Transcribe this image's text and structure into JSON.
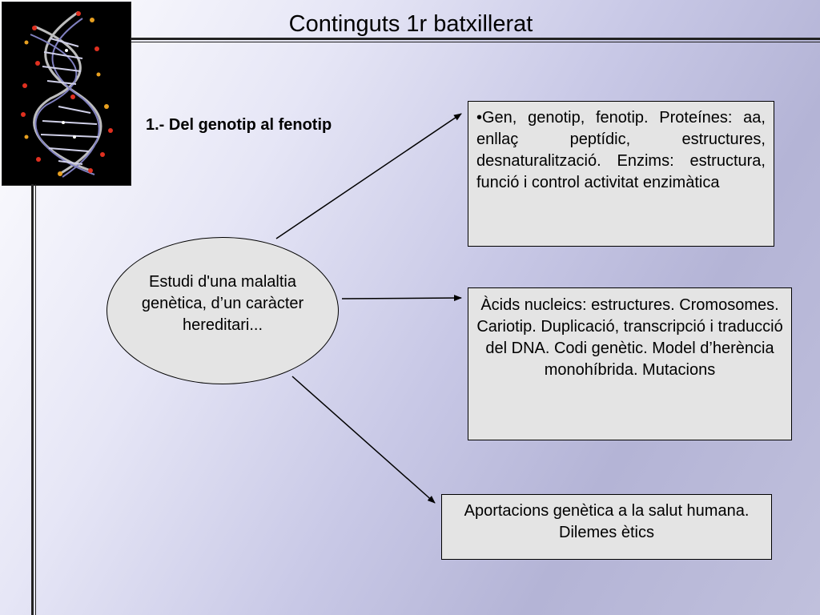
{
  "slide": {
    "title": "Continguts 1r batxillerat",
    "section_title": "1.- Del genotip al fenotip"
  },
  "central_node": {
    "text": "Estudi d'una malaltia genètica, d’un caràcter hereditari..."
  },
  "boxes": [
    {
      "text": "•Gen, genotip, fenotip. Proteínes: aa, enllaç peptídic, estructures, desnaturalització. Enzims: estructura, funció i control activitat enzimàtica"
    },
    {
      "text": "Àcids nucleics: estructures. Cromosomes. Cariotip. Duplicació, transcripció i traducció del DNA. Codi genètic. Model d’herència monohíbrida. Mutacions"
    },
    {
      "text": "Aportacions genètica a la salut humana. Dilemes ètics"
    }
  ],
  "colors": {
    "box_fill": "#e4e4e4",
    "ink": "#000000",
    "background_gradient_end": "#b4b4d6"
  }
}
